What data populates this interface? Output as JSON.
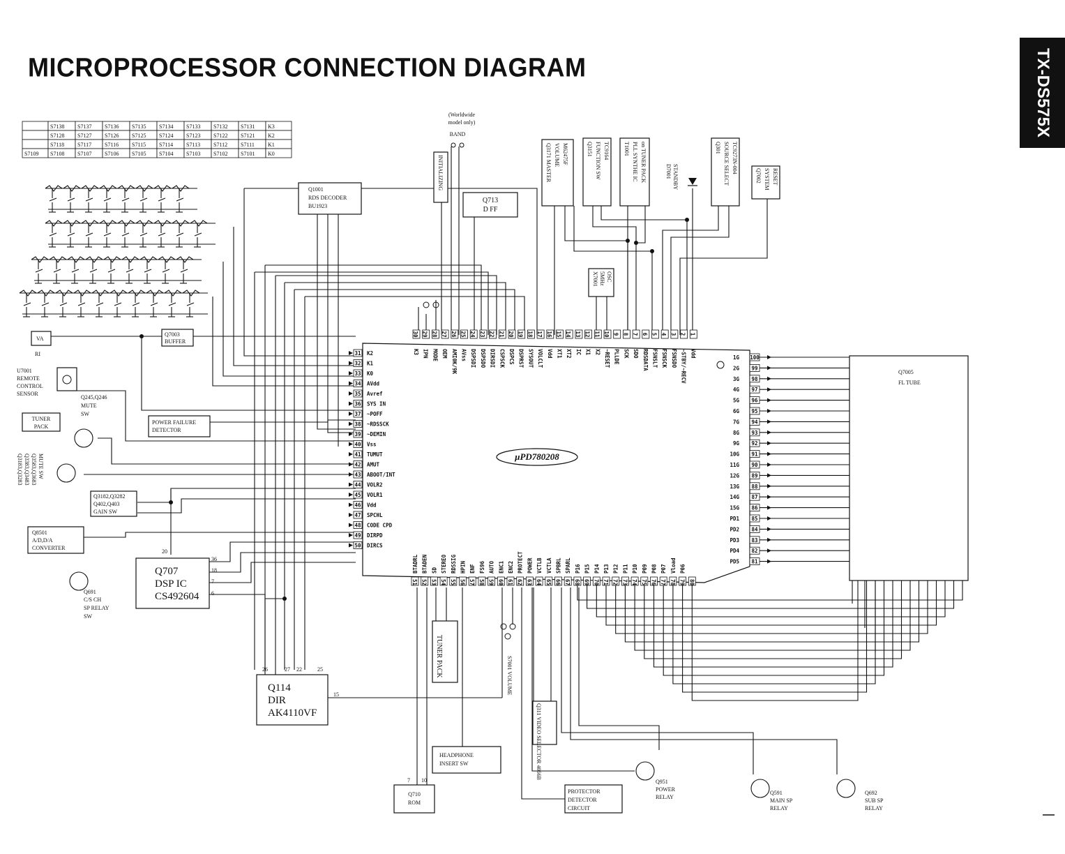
{
  "title": "MICROPROCESSOR CONNECTION DIAGRAM",
  "model": "TX-DS575X",
  "chip": "μPD780208",
  "key_matrix": {
    "rows": [
      [
        "",
        "S7138",
        "S7137",
        "S7136",
        "S7135",
        "S7134",
        "S7133",
        "S7132",
        "S7131",
        "K3"
      ],
      [
        "",
        "S7128",
        "S7127",
        "S7126",
        "S7125",
        "S7124",
        "S7123",
        "S7122",
        "S7121",
        "K2"
      ],
      [
        "",
        "S7118",
        "S7117",
        "S7116",
        "S7115",
        "S7114",
        "S7113",
        "S7112",
        "S7111",
        "K1"
      ],
      [
        "S7109",
        "S7108",
        "S7107",
        "S7106",
        "S7105",
        "S7104",
        "S7103",
        "S7102",
        "S7101",
        "K0"
      ]
    ]
  },
  "top_labels": {
    "worldwide": "(Worldwide model only)",
    "band": "BAND",
    "initializing": "INITIALIZING",
    "rds": "Q1001 RDS DECODER BU1923",
    "dff": "Q713 D FF",
    "master_volume": "Q3171 MASTER VOLUME M62475F",
    "function_sw": "Q3151 FUNCTION SW TC9164",
    "pll": "T1001 PLL SYNTHE IC on TUNER PACK",
    "standby": "D7001 STANDBY",
    "source_select": "Q301 SOURCE SELECT TC9273N-004",
    "system_reset": "Q7002 SYSTEM RESET",
    "osc": "X7001 5MHz OSC"
  },
  "left_labels": {
    "va": "VA",
    "ri": "RI",
    "buffer": "Q7003 BUFFER",
    "remote": [
      "U7001",
      "REMOTE",
      "CONTROL",
      "SENSOR"
    ],
    "mute_sw": [
      "Q245,Q246",
      "MUTE",
      "SW"
    ],
    "tuner_pack": [
      "TUNER",
      "PACK"
    ],
    "power_failure": [
      "POWER FAILURE",
      "DETECTOR"
    ],
    "mute_sw2": [
      "Q3183,Q3283",
      "Q3383,Q3483",
      "Q3583,Q3683",
      "MUTE SW"
    ],
    "gain_sw": [
      "Q3182,Q3282",
      "Q402,Q403",
      "GAIN SW"
    ],
    "adda": [
      "Q8501",
      "A/D,D/A",
      "CONVERTER"
    ],
    "relay_cs": [
      "Q691",
      "C/S CH",
      "SP RELAY",
      "SW"
    ],
    "dsp": [
      "Q707",
      "DSP IC",
      "CS492604"
    ],
    "dsp_pins": [
      "20",
      "36",
      "18",
      "7",
      "6"
    ],
    "dir": [
      "Q114",
      "DIR",
      "AK4110VF"
    ],
    "dir_pins": [
      "26",
      "27",
      "22",
      "25",
      "15"
    ]
  },
  "bottom_labels": {
    "tuner_pack": "TUNER PACK",
    "volume": "S7001 VOLUME",
    "video": "Q311 VIDEO SELECTOR 4066B",
    "headphone": [
      "HEADPHONE",
      "INSERT SW"
    ],
    "rom": [
      "Q710",
      "ROM"
    ],
    "rom_pins": [
      "7",
      "10"
    ],
    "protector": [
      "PROTECTOR",
      "DETECTOR",
      "CIRCUIT"
    ],
    "power_relay": [
      "Q951",
      "POWER",
      "RELAY"
    ],
    "main_relay": [
      "Q591",
      "MAIN SP",
      "RELAY"
    ],
    "sub_relay": [
      "Q692",
      "SUB SP",
      "RELAY"
    ]
  },
  "fl_tube": [
    "Q7005",
    "FL TUBE"
  ],
  "pins": {
    "left": [
      [
        "31",
        "K2"
      ],
      [
        "32",
        "K1"
      ],
      [
        "33",
        "K0"
      ],
      [
        "34",
        "AVdd"
      ],
      [
        "35",
        "Avref"
      ],
      [
        "36",
        "SYS IN"
      ],
      [
        "37",
        "~POFF"
      ],
      [
        "38",
        "~RDSSCK"
      ],
      [
        "39",
        "~DEMIN"
      ],
      [
        "40",
        "Vss"
      ],
      [
        "41",
        "TUMUT"
      ],
      [
        "42",
        "AMUT"
      ],
      [
        "43",
        "ABOOT/INT"
      ],
      [
        "44",
        "VOLR2"
      ],
      [
        "45",
        "VOLR1"
      ],
      [
        "46",
        "Vdd"
      ],
      [
        "47",
        "SPCHL"
      ],
      [
        "48",
        "CODE CPD"
      ],
      [
        "49",
        "DIRPD"
      ],
      [
        "50",
        "DIRCS"
      ]
    ],
    "top": [
      [
        "30",
        "K3"
      ],
      [
        "29",
        "IPN"
      ],
      [
        "28",
        "MODE"
      ],
      [
        "27",
        "OEM"
      ],
      [
        "26",
        "AMI0K/9K"
      ],
      [
        "25",
        "AVss"
      ],
      [
        "24",
        "DSPSDI"
      ],
      [
        "23",
        "DSPSDO"
      ],
      [
        "22",
        "DIRSDI"
      ],
      [
        "21",
        "CSPSCK"
      ],
      [
        "20",
        "DSPCS"
      ],
      [
        "19",
        "DSPRST"
      ],
      [
        "18",
        "SYSOUT"
      ],
      [
        "17",
        "VOLCLT"
      ],
      [
        "16",
        "Vdd"
      ],
      [
        "15",
        "XT1"
      ],
      [
        "14",
        "XT2"
      ],
      [
        "13",
        "IC"
      ],
      [
        "12",
        "X1"
      ],
      [
        "11",
        "X2"
      ],
      [
        "10",
        "~RESET"
      ],
      [
        "9",
        "PLLDE"
      ],
      [
        "8",
        "SCK"
      ],
      [
        "7",
        "SDO"
      ],
      [
        "6",
        "RDSDATA"
      ],
      [
        "5",
        "FSNSLT"
      ],
      [
        "4",
        "FSNSCK"
      ],
      [
        "3",
        "FSNSDO"
      ],
      [
        "2",
        "~STBY/~RECV"
      ],
      [
        "1",
        "Vdd"
      ]
    ],
    "right": [
      [
        "100",
        "1G"
      ],
      [
        "99",
        "2G"
      ],
      [
        "98",
        "3G"
      ],
      [
        "97",
        "4G"
      ],
      [
        "96",
        "5G"
      ],
      [
        "95",
        "6G"
      ],
      [
        "94",
        "7G"
      ],
      [
        "93",
        "8G"
      ],
      [
        "92",
        "9G"
      ],
      [
        "91",
        "10G"
      ],
      [
        "90",
        "11G"
      ],
      [
        "89",
        "12G"
      ],
      [
        "88",
        "13G"
      ],
      [
        "87",
        "14G"
      ],
      [
        "86",
        "15G"
      ],
      [
        "85",
        "PD1"
      ],
      [
        "84",
        "PD2"
      ],
      [
        "83",
        "PD3"
      ],
      [
        "82",
        "PD4"
      ],
      [
        "81",
        "PD5"
      ]
    ],
    "bottom": [
      [
        "51",
        "BTADRL"
      ],
      [
        "52",
        "BTADEN"
      ],
      [
        "53",
        "SD"
      ],
      [
        "54",
        "STEREO"
      ],
      [
        "55",
        "RDSSIG"
      ],
      [
        "56",
        "HPIN"
      ],
      [
        "57",
        "ENF"
      ],
      [
        "58",
        "FS96"
      ],
      [
        "59",
        "AUTO"
      ],
      [
        "60",
        "ENC1"
      ],
      [
        "61",
        "ENC2"
      ],
      [
        "62",
        "PROTECT"
      ],
      [
        "63",
        "POWER"
      ],
      [
        "64",
        "VCTLB"
      ],
      [
        "65",
        "VCTLA"
      ],
      [
        "66",
        "SPBRL"
      ],
      [
        "67",
        "SPARL"
      ],
      [
        "68",
        "P16"
      ],
      [
        "69",
        "P15"
      ],
      [
        "70",
        "P14"
      ],
      [
        "71",
        "P13"
      ],
      [
        "72",
        "P12"
      ],
      [
        "73",
        "P11"
      ],
      [
        "74",
        "P10"
      ],
      [
        "75",
        "P09"
      ],
      [
        "76",
        "P08"
      ],
      [
        "77",
        "P07"
      ],
      [
        "78",
        "Vload"
      ],
      [
        "79",
        "P06"
      ],
      [
        "80",
        ""
      ]
    ]
  }
}
